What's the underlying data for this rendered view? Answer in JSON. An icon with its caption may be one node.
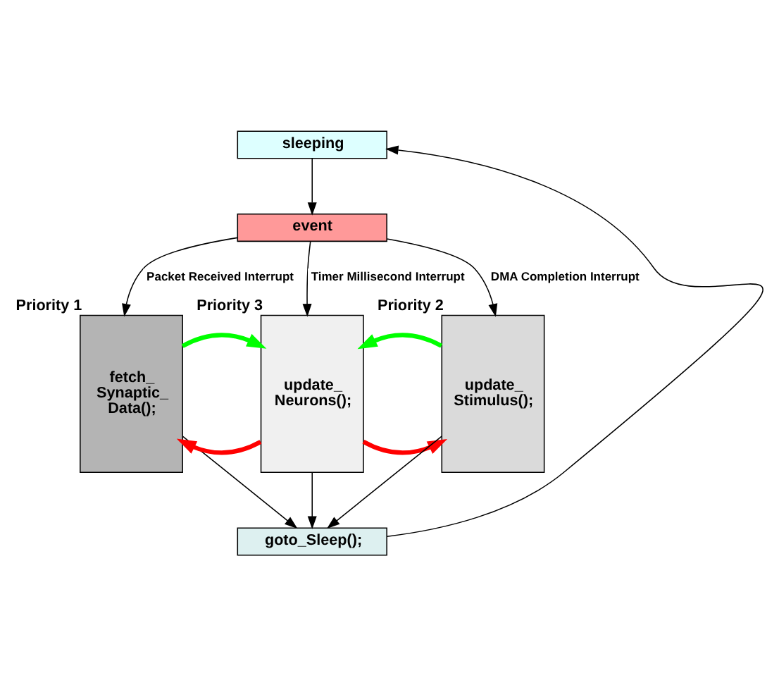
{
  "diagram": {
    "nodes": [
      {
        "text": [
          "sleeping"
        ]
      },
      {
        "text": [
          "event"
        ]
      },
      {
        "text": [
          "fetch_ Synaptic_ Data();"
        ],
        "beside": [
          "Priority 1"
        ]
      },
      {
        "text": [
          "update_ Neurons();"
        ],
        "beside": [
          "Priority 3"
        ]
      },
      {
        "text": [
          "update_ Stimulus();"
        ],
        "beside": [
          "Priority 2"
        ]
      },
      {
        "text": [
          "goto_Sleep();"
        ]
      }
    ],
    "edges": [
      {
        "from": 0,
        "to": 1,
        "arrow": "to"
      },
      {
        "from": 1,
        "to": 2,
        "arrow": "to",
        "label": "Packet Received Interrupt"
      },
      {
        "from": 1,
        "to": 3,
        "arrow": "to",
        "label": "Timer Millisecond Interrupt"
      },
      {
        "from": 1,
        "to": 4,
        "arrow": "to",
        "label": "DMA Completion Interrupt"
      },
      {
        "from": 3,
        "to": 2,
        "arrow": "to",
        "style": "thick",
        "color": "#ff0000"
      },
      {
        "from": 2,
        "to": 3,
        "arrow": "to",
        "style": "thick",
        "color": "#00ff00"
      },
      {
        "from": 3,
        "to": 4,
        "arrow": "to",
        "style": "thick",
        "color": "#ff0000"
      },
      {
        "from": 4,
        "to": 3,
        "arrow": "to",
        "style": "thick",
        "color": "#00ff00"
      },
      {
        "from": 2,
        "to": 5,
        "arrow": "to"
      },
      {
        "from": 3,
        "to": 5,
        "arrow": "to"
      },
      {
        "from": 4,
        "to": 5,
        "arrow": "to"
      },
      {
        "from": 5,
        "to": 0,
        "arrow": "to"
      }
    ]
  }
}
